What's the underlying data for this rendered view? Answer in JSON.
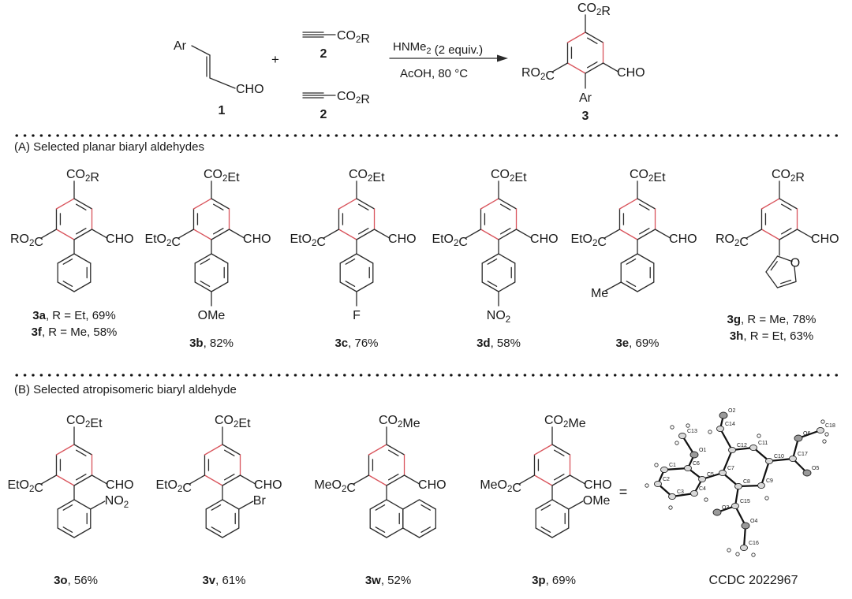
{
  "colors": {
    "bond": "#2b2b2b",
    "new_bond": "#d9545c",
    "ortep_fill": "#d9d9d9"
  },
  "scheme": {
    "reactant1": {
      "label": "1",
      "ar": "Ar",
      "cho": "CHO"
    },
    "plus": "+",
    "reactant2a": {
      "label": "2",
      "group": "CO2R"
    },
    "reactant2b": {
      "label": "2",
      "group": "CO2R"
    },
    "conditions_top": "HNMe2 (2 equiv.)",
    "conditions_bottom": "AcOH, 80 °C",
    "product": {
      "label": "3",
      "top": "CO2R",
      "left": "RO2C",
      "right": "CHO",
      "bottom": "Ar"
    }
  },
  "section_a": {
    "title": "(A) Selected planar biaryl aldehydes",
    "compounds": [
      {
        "id": "3a-3f",
        "top": "CO2R",
        "left": "RO2C",
        "aryl": "phenyl",
        "aryl_sub": "",
        "captions": [
          {
            "bold": "3a",
            "rest": ", R = Et,  69%"
          },
          {
            "bold": "3f",
            "rest": ", R = Me, 58%"
          }
        ]
      },
      {
        "id": "3b",
        "top": "CO2Et",
        "left": "EtO2C",
        "aryl": "phenyl-para",
        "aryl_sub": "OMe",
        "captions": [
          {
            "bold": "3b",
            "rest": ", 82%"
          }
        ]
      },
      {
        "id": "3c",
        "top": "CO2Et",
        "left": "EtO2C",
        "aryl": "phenyl-para",
        "aryl_sub": "F",
        "captions": [
          {
            "bold": "3c",
            "rest": ", 76%"
          }
        ]
      },
      {
        "id": "3d",
        "top": "CO2Et",
        "left": "EtO2C",
        "aryl": "phenyl-para",
        "aryl_sub": "NO2",
        "captions": [
          {
            "bold": "3d",
            "rest": ", 58%"
          }
        ]
      },
      {
        "id": "3e",
        "top": "CO2Et",
        "left": "EtO2C",
        "aryl": "phenyl-meta",
        "aryl_sub": "Me",
        "captions": [
          {
            "bold": "3e",
            "rest": ", 69%"
          }
        ]
      },
      {
        "id": "3g-3h",
        "top": "CO2R",
        "left": "RO2C",
        "aryl": "furan-2-yl",
        "aryl_sub": "O",
        "captions": [
          {
            "bold": "3g",
            "rest": ", R = Me, 78%"
          },
          {
            "bold": "3h",
            "rest": ", R = Et,  63%"
          }
        ]
      }
    ]
  },
  "section_b": {
    "title": "(B) Selected atropisomeric biaryl aldehyde",
    "compounds": [
      {
        "id": "3o",
        "top": "CO2Et",
        "left": "EtO2C",
        "aryl": "phenyl-ortho",
        "aryl_sub": "NO2",
        "captions": [
          {
            "bold": "3o",
            "rest": ", 56%"
          }
        ]
      },
      {
        "id": "3v",
        "top": "CO2Et",
        "left": "EtO2C",
        "aryl": "phenyl-ortho",
        "aryl_sub": "Br",
        "captions": [
          {
            "bold": "3v",
            "rest": ", 61%"
          }
        ]
      },
      {
        "id": "3w",
        "top": "CO2Me",
        "left": "MeO2C",
        "aryl": "1-naphthyl",
        "aryl_sub": "",
        "captions": [
          {
            "bold": "3w",
            "rest": ", 52%"
          }
        ]
      },
      {
        "id": "3p",
        "top": "CO2Me",
        "left": "MeO2C",
        "aryl": "phenyl-ortho",
        "aryl_sub": "OMe",
        "captions": [
          {
            "bold": "3p",
            "rest": ", 69%"
          }
        ]
      }
    ],
    "equals": "=",
    "crystal": {
      "caption": "CCDC 2022967",
      "atom_labels": [
        "C1",
        "C2",
        "C3",
        "C4",
        "C5",
        "C6",
        "C7",
        "C8",
        "C9",
        "C10",
        "C11",
        "C12",
        "C13",
        "C14",
        "C15",
        "C16",
        "C17",
        "C18",
        "O1",
        "O2",
        "O3",
        "O4",
        "O5",
        "O6"
      ]
    }
  }
}
